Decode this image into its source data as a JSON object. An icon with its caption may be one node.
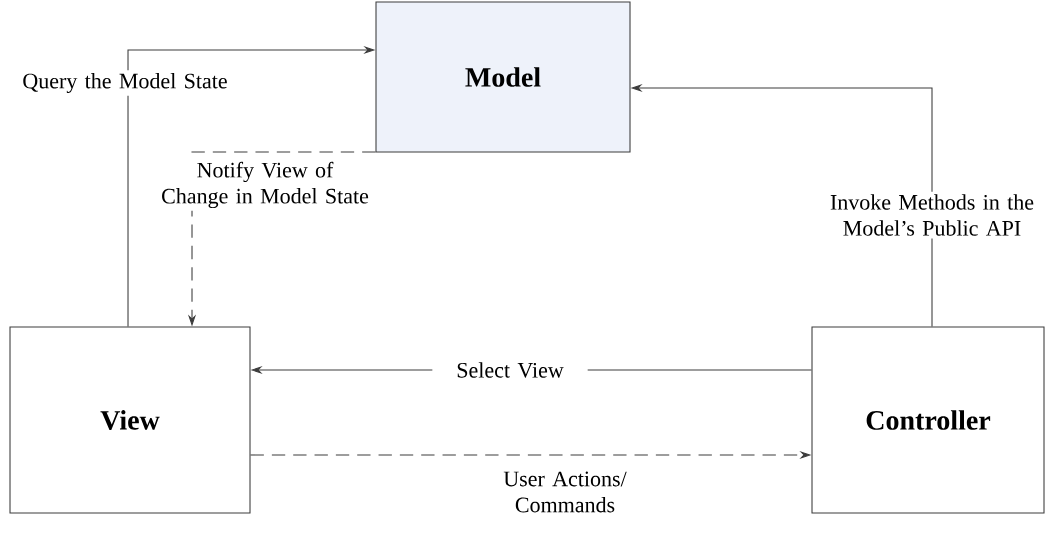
{
  "diagram": {
    "nodes": [
      {
        "text": [
          "Model"
        ]
      },
      {
        "text": [
          "View"
        ]
      },
      {
        "text": [
          "Controller"
        ]
      }
    ],
    "edges": [
      {
        "from": 1,
        "to": 0,
        "arrow": "to",
        "label": "Query the Model State"
      },
      {
        "from": 0,
        "to": 1,
        "arrow": "to",
        "style": "dashed",
        "label": "Notify View of Change in Model State"
      },
      {
        "from": 2,
        "to": 0,
        "arrow": "to",
        "label": "Invoke Methods in the Model’s Public API"
      },
      {
        "from": 2,
        "to": 1,
        "arrow": "to",
        "label": "Select View"
      },
      {
        "from": 1,
        "to": 2,
        "arrow": "to",
        "style": "dashed",
        "label": "User Actions/ Commands"
      }
    ]
  }
}
